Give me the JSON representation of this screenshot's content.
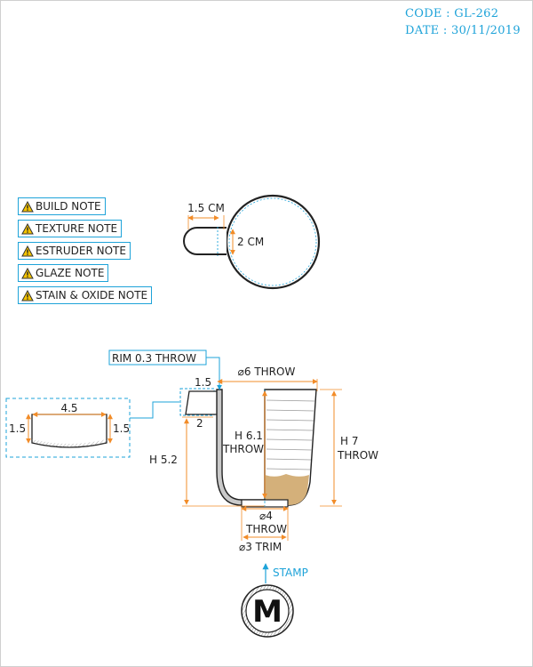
{
  "header": {
    "code": "CODE : GL-262",
    "date": "DATE : 30/11/2019"
  },
  "notes": [
    {
      "label": "BUILD NOTE"
    },
    {
      "label": "TEXTURE NOTE"
    },
    {
      "label": "ESTRUDER NOTE"
    },
    {
      "label": "GLAZE NOTE"
    },
    {
      "label": "STAIN & OXIDE NOTE"
    }
  ],
  "colors": {
    "accent": "#1ea3d9",
    "dimension": "#f28c28",
    "glaze": "#d4b07a",
    "outline": "#222222"
  },
  "top_view": {
    "handle_width": "1.5 CM",
    "handle_height": "2 CM"
  },
  "handle_section": {
    "width": "4.5",
    "left_height": "1.5",
    "right_height": "1.5"
  },
  "section": {
    "rim": "RIM 0.3 THROW",
    "rim_top": "1.5",
    "handle_gap": "2",
    "diameter_top": "⌀6 THROW",
    "inner_height_1": "H 6.1",
    "inner_height_2": "THROW",
    "outer_height_1": "H 7",
    "outer_height_2": "THROW",
    "left_height": "H 5.2",
    "foot_diameter_1": "⌀4",
    "foot_diameter_2": "THROW",
    "trim_diameter": "⌀3 TRIM"
  },
  "stamp": {
    "label": "STAMP",
    "letter": "M"
  }
}
